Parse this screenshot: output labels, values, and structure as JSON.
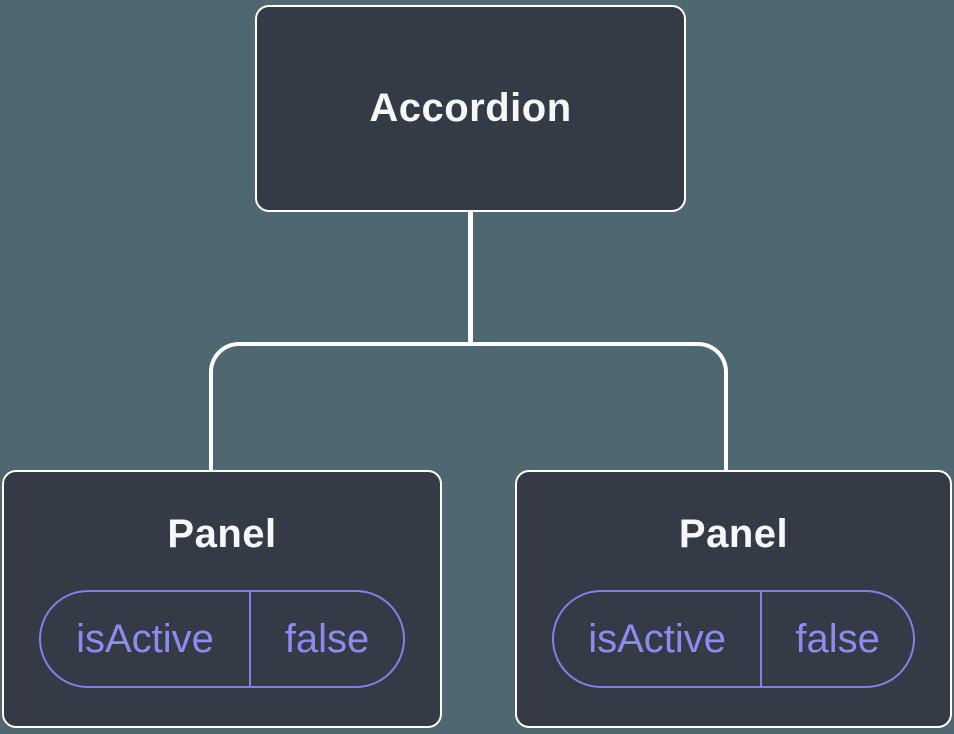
{
  "diagram": {
    "root": {
      "label": "Accordion"
    },
    "panels": [
      {
        "title": "Panel",
        "state": {
          "key": "isActive",
          "value": "false"
        }
      },
      {
        "title": "Panel",
        "state": {
          "key": "isActive",
          "value": "false"
        }
      }
    ],
    "colors": {
      "background": "#4e6770",
      "node_fill": "#343a46",
      "node_border": "#ffffff",
      "connector": "#ffffff",
      "state_accent": "#8380e8",
      "state_text": "#8e8bef",
      "title_text": "#f6f7f9"
    }
  }
}
